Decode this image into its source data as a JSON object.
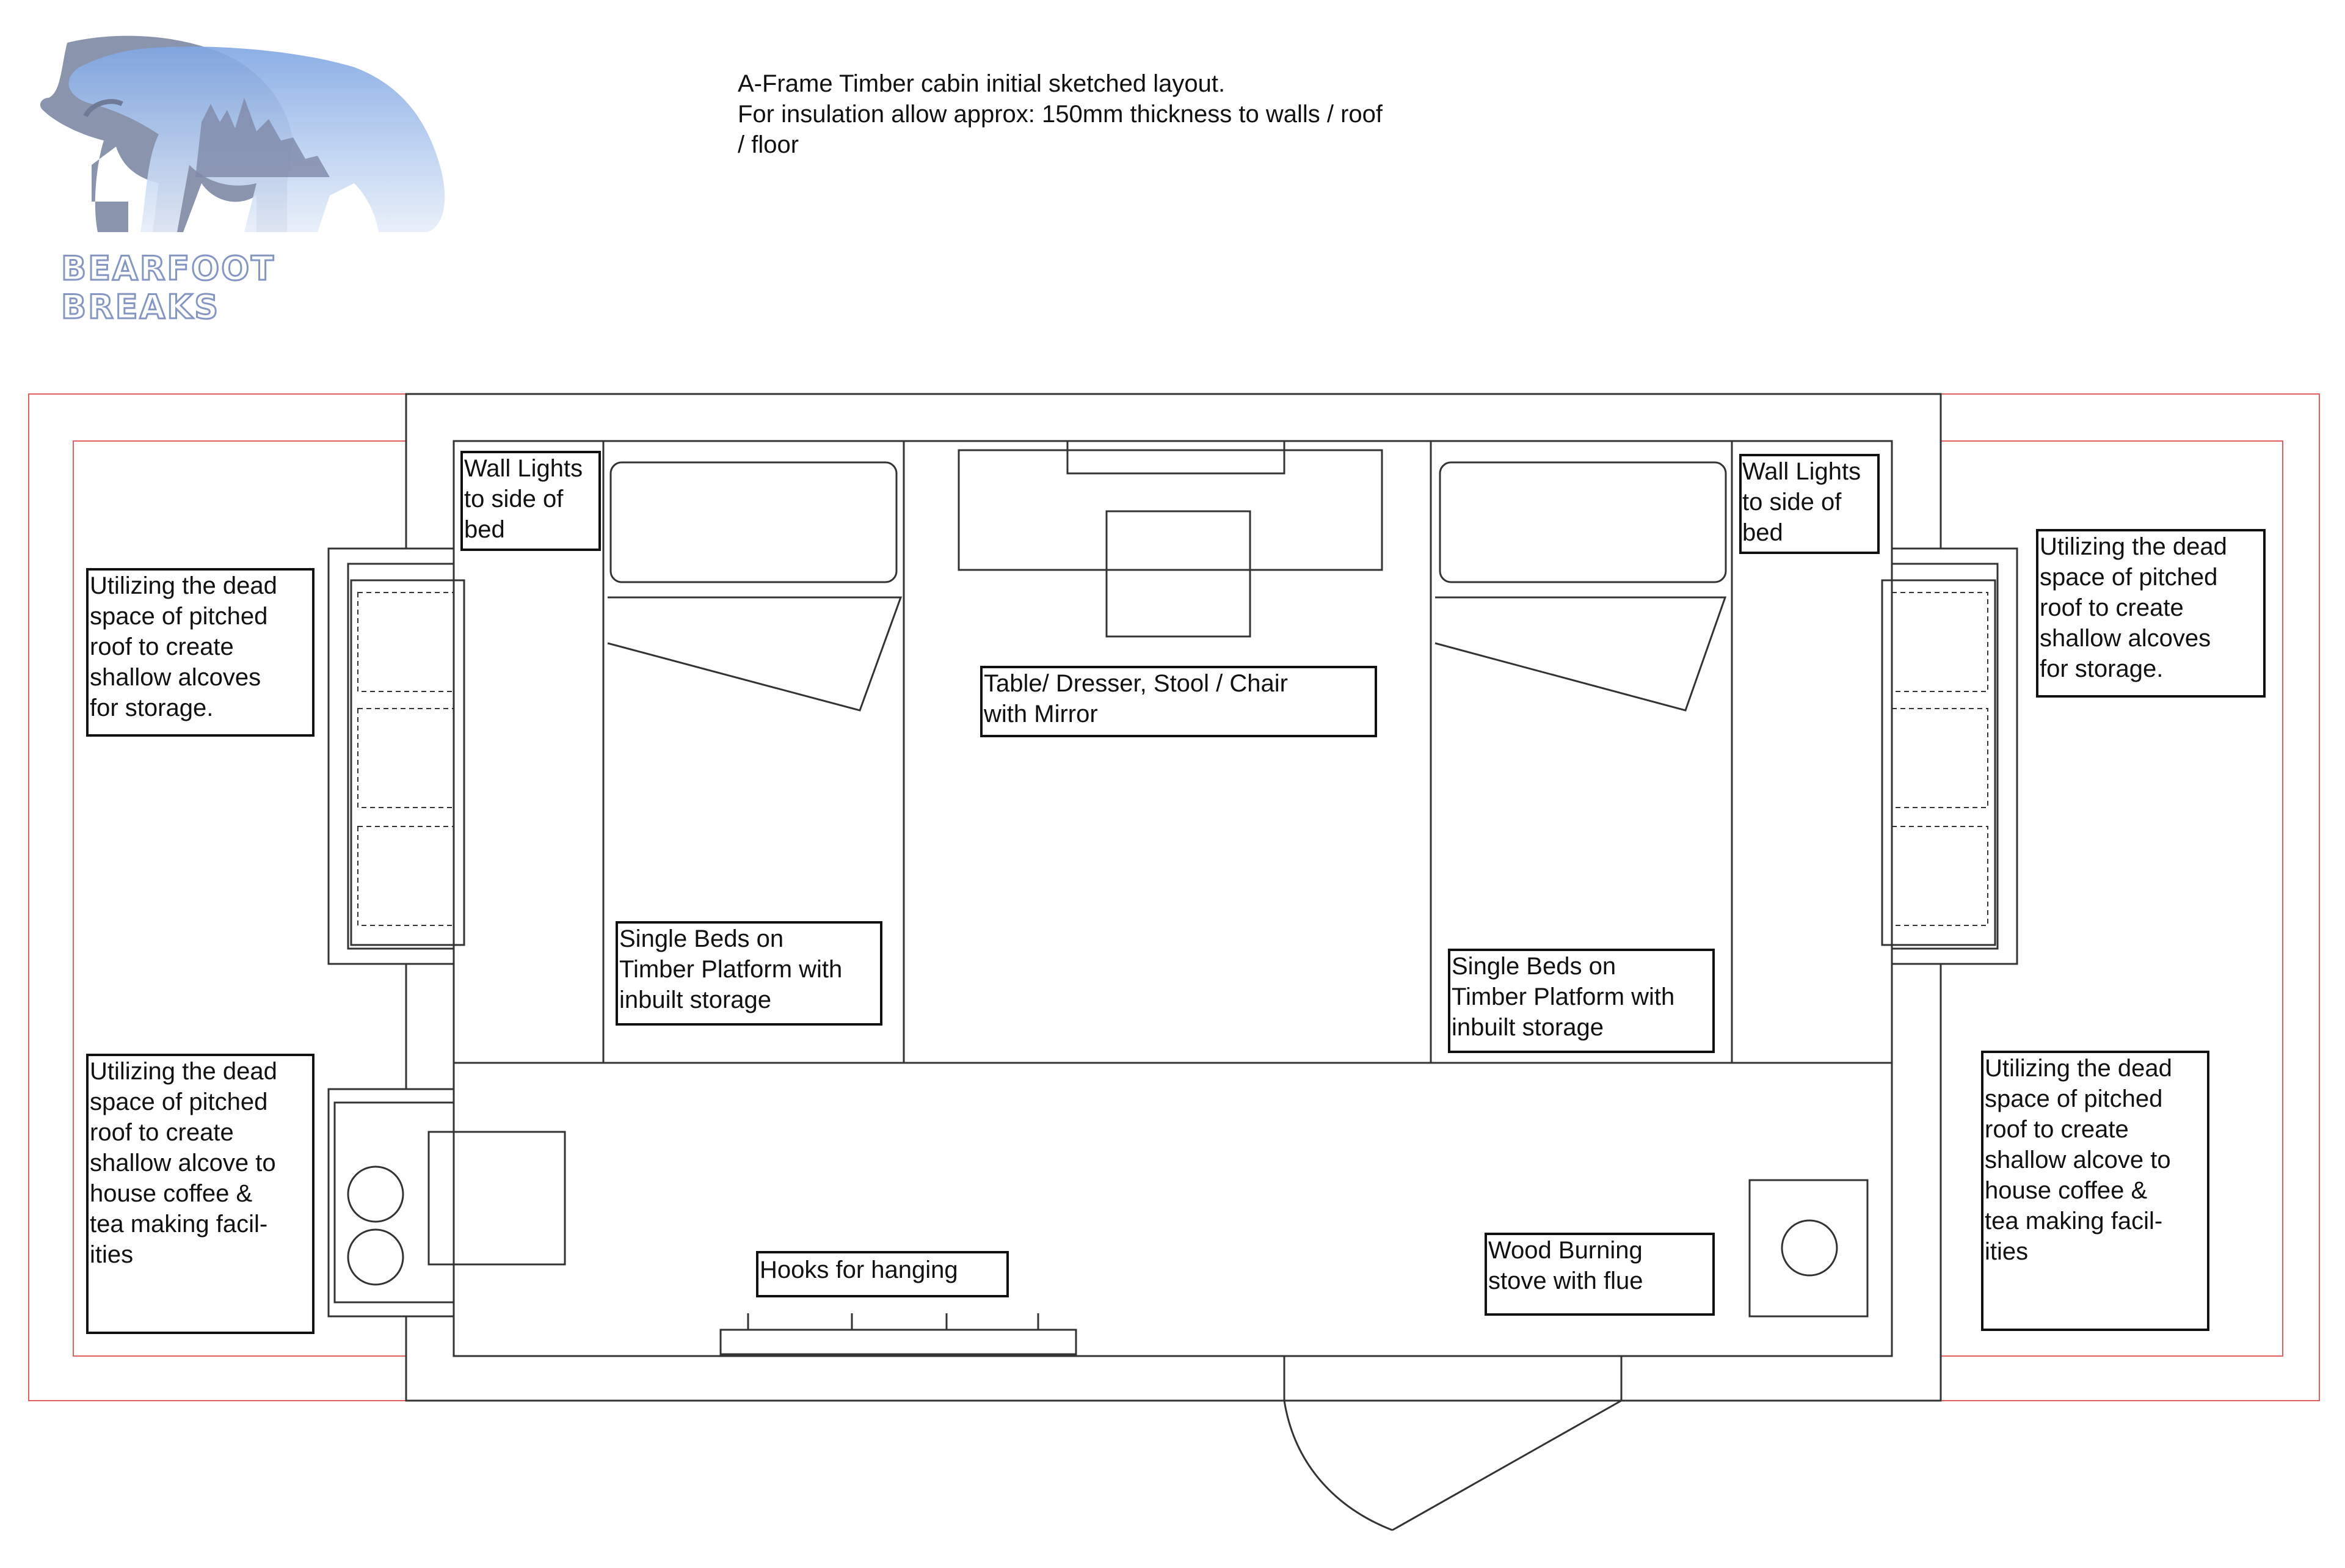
{
  "header": {
    "lines": [
      "A-Frame Timber cabin initial sketched layout.",
      "For insulation allow approx: 150mm thickness to walls / roof",
      "/ floor"
    ]
  },
  "logo": {
    "brand_name": "BEARFOOT BREAKS",
    "icon": "polar-bear-icon",
    "colors": {
      "bear_dark": "#8a94ad",
      "bear_light": "#dde8f8",
      "sky": "#9dbbe6",
      "text_outline": "#8696c3"
    }
  },
  "labels": {
    "wall_lights_left": [
      "Wall Lights",
      "to side of",
      "bed"
    ],
    "wall_lights_right": [
      "Wall Lights",
      "to side of",
      "bed"
    ],
    "storage_left": [
      "Utilizing the dead",
      "space of pitched",
      "roof to create",
      "shallow alcoves",
      "for storage."
    ],
    "storage_right": [
      "Utilizing the dead",
      "space of pitched",
      "roof to create",
      "shallow alcoves",
      "for storage."
    ],
    "coffee_left": [
      "Utilizing the dead",
      "space of pitched",
      "roof to create",
      "shallow alcove to",
      "house coffee &",
      "tea making facil-",
      "ities"
    ],
    "coffee_right": [
      "Utilizing the dead",
      "space of pitched",
      "roof to create",
      "shallow alcove to",
      "house coffee &",
      "tea making facil-",
      "ities"
    ],
    "table": [
      "Table/ Dresser, Stool / Chair",
      "with Mirror"
    ],
    "bed_left": [
      "Single Beds on",
      "Timber Platform with",
      "inbuilt storage"
    ],
    "bed_right": [
      "Single Beds on",
      "Timber Platform with",
      "inbuilt storage"
    ],
    "hooks": [
      "Hooks for hanging"
    ],
    "stove": [
      "Wood Burning",
      "stove with flue"
    ]
  },
  "colors": {
    "line": "#333333",
    "roof_outline": "#e06060"
  }
}
